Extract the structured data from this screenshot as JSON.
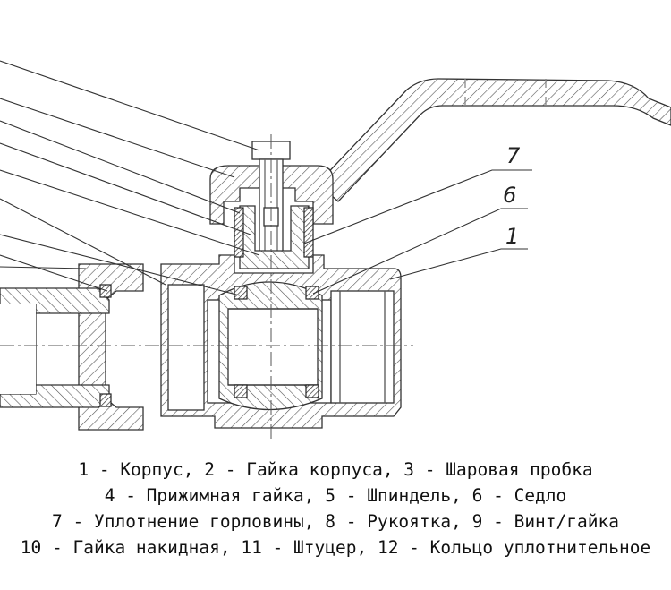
{
  "callouts": [
    {
      "id": "7",
      "text": "7"
    },
    {
      "id": "6",
      "text": "6"
    },
    {
      "id": "1",
      "text": "1"
    }
  ],
  "legend": {
    "lines": [
      "1 - Корпус, 2 - Гайка корпуса, 3 - Шаровая пробка",
      "4 - Прижимная гайка, 5 - Шпиндель, 6 - Седло",
      "7 - Уплотнение горловины, 8 - Рукоятка, 9 - Винт/гайка",
      "10 - Гайка накидная, 11 - Штуцер, 12 - Кольцо уплотнительное"
    ]
  }
}
